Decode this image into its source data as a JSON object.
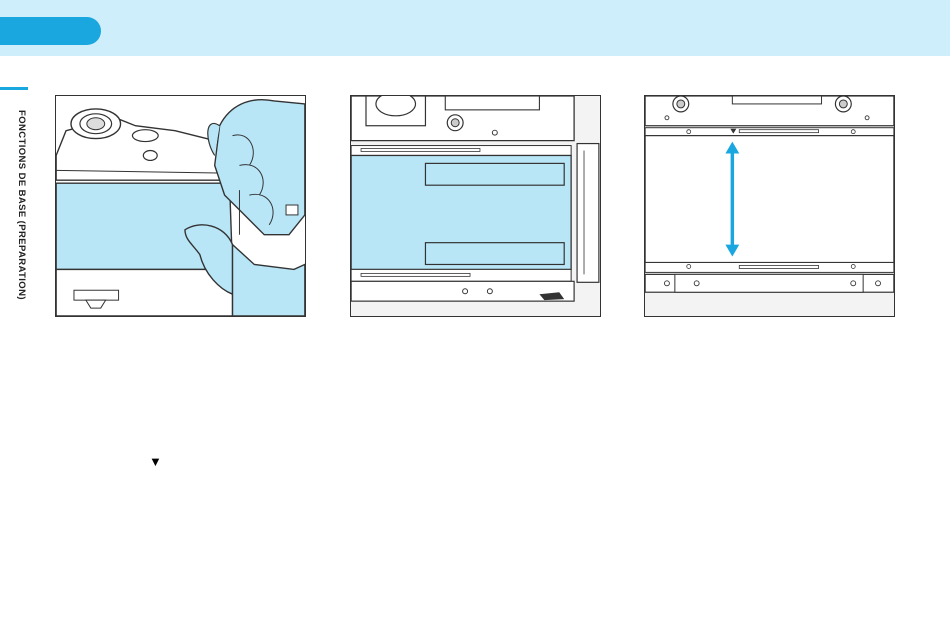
{
  "header": {
    "band_color": "#cdeefa",
    "tab_color": "#1aa7e0"
  },
  "sidebar": {
    "section_label": "FONCTIONS DE BASE (PREPARATION)"
  },
  "figures": [
    {
      "id": "fig-1",
      "subject": "hand-holding-camera-back"
    },
    {
      "id": "fig-2",
      "subject": "camera-back-open-with-film-frame"
    },
    {
      "id": "fig-3",
      "subject": "film-gate-with-alignment-arrow"
    }
  ],
  "colors": {
    "accent": "#1aa7e0",
    "highlight": "#b8e6f7",
    "line": "#333333"
  },
  "marker": {
    "symbol": "▼"
  }
}
